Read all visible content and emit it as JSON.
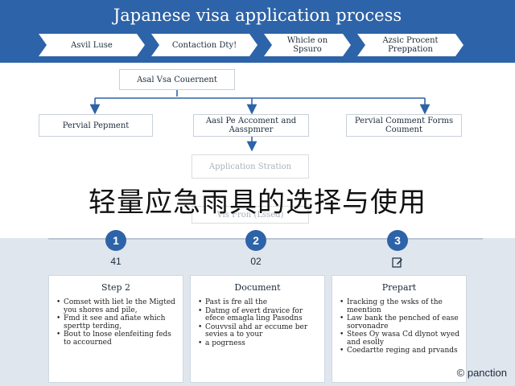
{
  "header": {
    "title": "Japanese visa application process",
    "chevrons": [
      "Asvil Luse",
      "Contaction Dty!",
      "Whicle on Spsuro",
      "Azsic Procent Preppation"
    ]
  },
  "flow": {
    "top": "Asal Vsa Couernent",
    "left": "Pervial Pepment",
    "center": "Aasl Pe Accoment and Aasspmrer",
    "right": "Pervial Comment Forms Coument",
    "app": "Application Stration",
    "faded_bottom": "Vis Fron (Lssed)"
  },
  "overlay": {
    "caption": "轻量应急雨具的选择与使用"
  },
  "steps": [
    {
      "number": "1",
      "icon_label": "41",
      "icon": "document-number-icon",
      "title": "Step 2",
      "bullets": [
        "Comset with liet le the Migted you shores and pile,",
        "Fmd it see and afiate which sperttp terding,",
        "Bout to lnose elenfeiting feds to accourned"
      ]
    },
    {
      "number": "2",
      "icon_label": "02",
      "icon": "document-number-icon",
      "title": "Document",
      "bullets": [
        "Past is fre all the",
        "Datmg of evert dravice for efece emagla ling Pasodns",
        "Couvvsil ahd ar eccume ber sevies a to your",
        "a pogrness"
      ]
    },
    {
      "number": "3",
      "icon_label": "",
      "icon": "edit-icon",
      "title": "Prepart",
      "bullets": [
        "Iracking g the wsks of the meention",
        "Law bank the penched of ease sorvonadre",
        "Stees Oy wasa Cd dlynot wyed and esolly",
        "Coedartte reging and prvands"
      ]
    }
  ],
  "footer": {
    "brand": "© panction"
  },
  "colors": {
    "header": "#2d63a8",
    "band": "#dfe6ee",
    "circle": "#2d63a8"
  }
}
